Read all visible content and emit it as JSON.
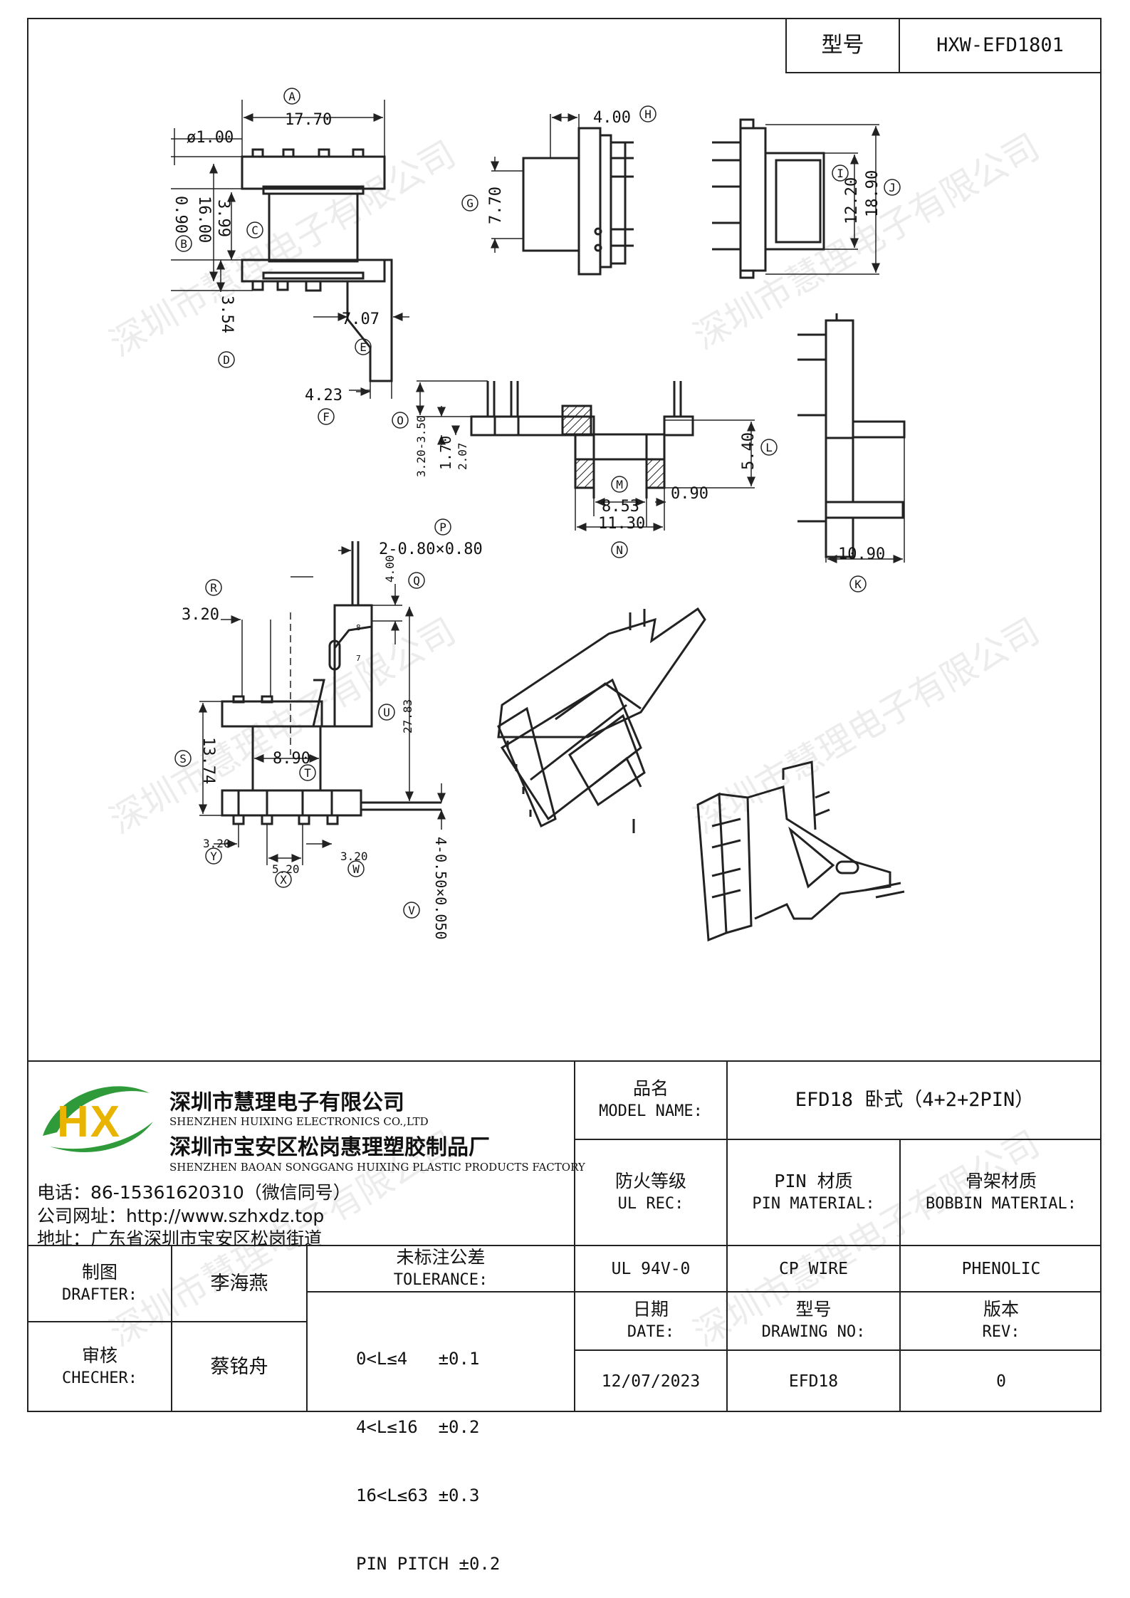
{
  "header": {
    "type_label": "型号",
    "type_value": "HXW-EFD1801"
  },
  "drawing": {
    "dims": {
      "a": "17.70",
      "b": "0.90",
      "c": "3.99",
      "d": "3.54",
      "e": "7.07",
      "f": "4.23",
      "dia": "ø1.00",
      "h16": "16.00",
      "g": "7.70",
      "h": "4.00",
      "i": "12.20",
      "j": "18.90",
      "o": "3.20-3.50",
      "o1": "1.70",
      "o2": "2.07",
      "l": "5.40",
      "m": "8.53",
      "n": "11.30",
      "n2": "0.90",
      "k": "10.90",
      "p": "2-0.80×0.80",
      "q": "4.00",
      "r": "3.20",
      "u": "27.83",
      "s": "13.74",
      "t": "8.90",
      "y": "3.20",
      "x": "5.20",
      "w": "3.20",
      "v": "4-0.50×0.050"
    },
    "markers": {
      "A": "A",
      "B": "B",
      "C": "C",
      "D": "D",
      "E": "E",
      "F": "F",
      "G": "G",
      "H": "H",
      "I": "I",
      "J": "J",
      "K": "K",
      "L": "L",
      "M": "M",
      "N": "N",
      "O": "O",
      "P": "P",
      "Q": "Q",
      "R": "R",
      "S": "S",
      "T": "T",
      "U": "U",
      "V": "V",
      "W": "W",
      "X": "X",
      "Y": "Y"
    },
    "pin_numbers": {
      "p8": "8",
      "p7": "7"
    }
  },
  "watermark": "深圳市慧理电子有限公司",
  "company": {
    "logo_letters": "HX",
    "name_cn": "深圳市慧理电子有限公司",
    "name_en": "SHENZHEN HUIXING ELECTRONICS CO.,LTD",
    "factory_cn": "深圳市宝安区松岗惠理塑胶制品厂",
    "factory_en": "SHENZHEN BAOAN SONGGANG HUIXING PLASTIC PRODUCTS FACTORY",
    "phone": "电话：86-15361620310（微信同号）",
    "website": "公司网址：http://www.szhxdz.top",
    "address": "地址：广东省深圳市宝安区松岗街道"
  },
  "titleblock": {
    "model_name_cn": "品名",
    "model_name_en": "MODEL NAME:",
    "model_name_value": "EFD18 卧式（4+2+2PIN）",
    "ul_cn": "防火等级",
    "ul_en": "UL REC:",
    "pin_cn": "PIN 材质",
    "pin_en": "PIN MATERIAL:",
    "bobbin_cn": "骨架材质",
    "bobbin_en": "BOBBIN MATERIAL:",
    "ul_value": "UL 94V-0",
    "pin_value": "CP WIRE",
    "bobbin_value": "PHENOLIC",
    "drafter_cn": "制图",
    "drafter_en": "DRAFTER:",
    "drafter_name": "李海燕",
    "checker_cn": "审核",
    "checker_en": "CHECHER:",
    "checker_name": "蔡铭舟",
    "tolerance_cn": "未标注公差",
    "tolerance_en": "TOLERANCE:",
    "tolerance_lines": [
      "0<L≤4   ±0.1",
      "4<L≤16  ±0.2",
      "16<L≤63 ±0.3",
      "PIN PITCH ±0.2"
    ],
    "date_cn": "日期",
    "date_en": "DATE:",
    "date_value": "12/07/2023",
    "drawing_no_cn": "型号",
    "drawing_no_en": "DRAWING NO:",
    "drawing_no_value": "EFD18",
    "rev_cn": "版本",
    "rev_en": "REV:",
    "rev_value": "0"
  }
}
